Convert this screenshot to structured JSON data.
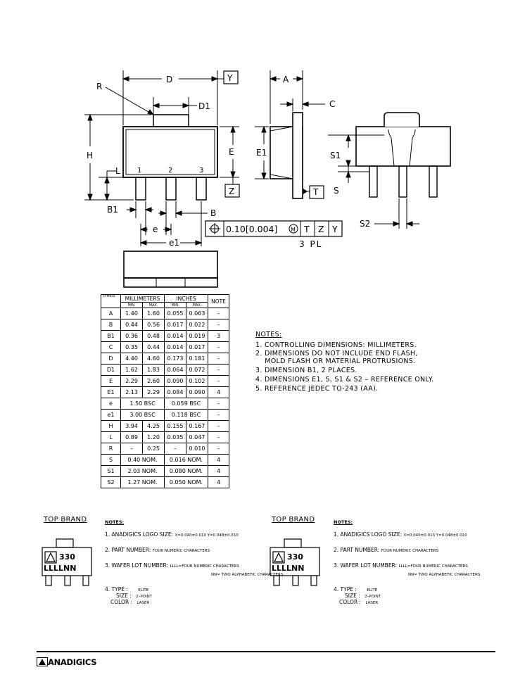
{
  "drawing": {
    "labels": {
      "D": "D",
      "Y": "Y",
      "R": "R",
      "D1": "D1",
      "H": "H",
      "E": "E",
      "Z": "Z",
      "L": "L",
      "pin1": "1",
      "pin2": "2",
      "pin3": "3",
      "B1": "B1",
      "B": "B",
      "e": "e",
      "e1": "e1",
      "A": "A",
      "C": "C",
      "E1": "E1",
      "T": "T",
      "S1": "S1",
      "S": "S",
      "S2": "S2"
    },
    "tolerance_frame": {
      "value": "0.10[0.004]",
      "modifier": "M",
      "datums": [
        "T",
        "Z",
        "Y"
      ],
      "note": "3 PL"
    }
  },
  "table": {
    "corner": "SYMBOL",
    "headers": {
      "mm": "MILLIMETERS",
      "in": "INCHES",
      "note": "NOTE",
      "min": "MIN.",
      "max": "MAX."
    },
    "rows": [
      [
        "A",
        "1.40",
        "1.60",
        "0.055",
        "0.063",
        "–"
      ],
      [
        "B",
        "0.44",
        "0.56",
        "0.017",
        "0.022",
        "–"
      ],
      [
        "B1",
        "0.36",
        "0.48",
        "0.014",
        "0.019",
        "3"
      ],
      [
        "C",
        "0.35",
        "0.44",
        "0.014",
        "0.017",
        "–"
      ],
      [
        "D",
        "4.40",
        "4.60",
        "0.173",
        "0.181",
        "–"
      ],
      [
        "D1",
        "1.62",
        "1.83",
        "0.064",
        "0.072",
        "–"
      ],
      [
        "E",
        "2.29",
        "2.60",
        "0.090",
        "0.102",
        "–"
      ],
      [
        "E1",
        "2.13",
        "2.29",
        "0.084",
        "0.090",
        "4"
      ],
      [
        "e",
        "1.50 BSC",
        "",
        "0.059 BSC",
        "",
        "–"
      ],
      [
        "e1",
        "3.00 BSC",
        "",
        "0.118 BSC",
        "",
        "–"
      ],
      [
        "H",
        "3.94",
        "4.25",
        "0.155",
        "0.167",
        "–"
      ],
      [
        "L",
        "0.89",
        "1.20",
        "0.035",
        "0.047",
        "–"
      ],
      [
        "R",
        "–",
        "0.25",
        "–",
        "0.010",
        "–"
      ],
      [
        "S",
        "0.40 NOM.",
        "",
        "0.016 NOM.",
        "",
        "4"
      ],
      [
        "S1",
        "2.03 NOM.",
        "",
        "0.080 NOM.",
        "",
        "4"
      ],
      [
        "S2",
        "1.27 NOM.",
        "",
        "0.050 NOM.",
        "",
        "4"
      ]
    ]
  },
  "notes": {
    "heading": "NOTES:",
    "items": [
      "1. CONTROLLING DIMENSIONS: MILLIMETERS.",
      "2. DIMENSIONS DO NOT INCLUDE END FLASH,",
      "    MOLD FLASH OR MATERIAL PROTRUSIONS.",
      "3. DIMENSION B1, 2 PLACES.",
      "4. DIMENSIONS E1, S, S1 & S2 – REFERENCE ONLY.",
      "5. REFERENCE JEDEC TO-243 (AA)."
    ]
  },
  "brand": {
    "title": "TOP BRAND",
    "notes_heading": "NOTES:",
    "mark_line1": "330",
    "mark_line2": "LLLLNN",
    "logo_size_label": "1. ANADIGICS LOGO SIZE:",
    "logo_size_value": "X=0.040±0.010  Y=0.048±0.010",
    "part_label": "2. PART NUMBER:",
    "part_value": "FOUR NUMERIC CHARACTERS",
    "wafer_label": "3. WAFER LOT NUMBER:",
    "wafer_value1": "LLLL=FOUR NUMERIC CHARACTERS",
    "wafer_value2": "NN= TWO ALPHABETIC CHARACTERS",
    "type_label": "4. TYPE :",
    "type_value": "ELITE",
    "size_label": "SIZE :",
    "size_value": "2–POINT",
    "color_label": "COLOR :",
    "color_value": "LASER"
  },
  "footer": {
    "logo": "ANADIGICS"
  }
}
